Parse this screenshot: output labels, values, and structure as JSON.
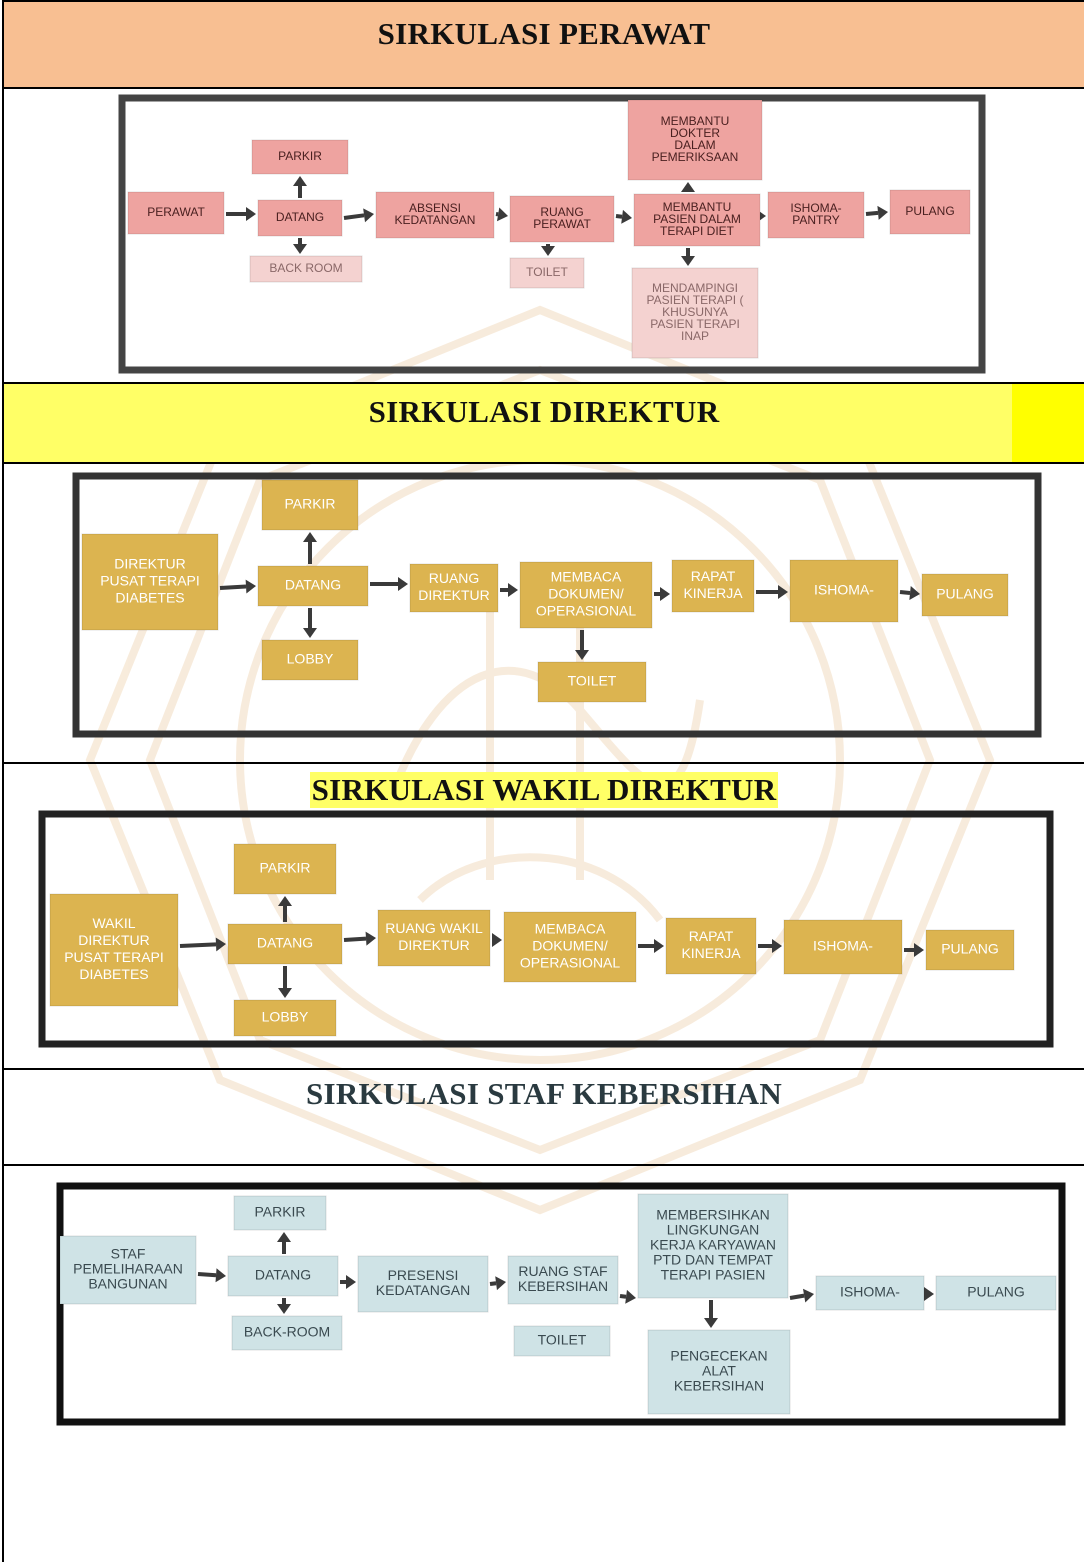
{
  "sections": [
    {
      "id": "perawat",
      "title": "SIRKULASI PERAWAT",
      "band_color": "#f8bf92",
      "diagram": {
        "box_color": "#eea3a0",
        "text_color": "#4a2020",
        "nodes": [
          {
            "key": "start",
            "lines": [
              "PERAWAT"
            ]
          },
          {
            "key": "parkir",
            "lines": [
              "PARKIR"
            ]
          },
          {
            "key": "datang",
            "lines": [
              "DATANG"
            ]
          },
          {
            "key": "backroom",
            "lines": [
              "BACK ROOM"
            ]
          },
          {
            "key": "absensi",
            "lines": [
              "ABSENSI",
              "KEDATANGAN"
            ]
          },
          {
            "key": "ruang",
            "lines": [
              "RUANG",
              "PERAWAT"
            ]
          },
          {
            "key": "toilet",
            "lines": [
              "TOILET"
            ]
          },
          {
            "key": "membantu_dokter",
            "lines": [
              "MEMBANTU",
              "DOKTER",
              "DALAM",
              "PEMERIKSAAN"
            ]
          },
          {
            "key": "membantu_pasien",
            "lines": [
              "MEMBANTU",
              "PASIEN DALAM",
              "TERAPI DIET"
            ]
          },
          {
            "key": "mendampingi",
            "lines": [
              "MENDAMPINGI",
              "PASIEN TERAPI (",
              "KHUSUNYA",
              "PASIEN TERAPI",
              "INAP"
            ]
          },
          {
            "key": "ishoma",
            "lines": [
              "ISHOMA-",
              "PANTRY"
            ]
          },
          {
            "key": "pulang",
            "lines": [
              "PULANG"
            ]
          }
        ]
      }
    },
    {
      "id": "direktur",
      "title": "SIRKULASI DIREKTUR",
      "band_color": "#ffff66",
      "diagram": {
        "box_color": "#dcb450",
        "text_color": "#ffffff",
        "nodes": [
          {
            "key": "start",
            "lines": [
              "DIREKTUR",
              "PUSAT TERAPI",
              "DIABETES"
            ]
          },
          {
            "key": "parkir",
            "lines": [
              "PARKIR"
            ]
          },
          {
            "key": "datang",
            "lines": [
              "DATANG"
            ]
          },
          {
            "key": "lobby",
            "lines": [
              "LOBBY"
            ]
          },
          {
            "key": "ruang",
            "lines": [
              "RUANG",
              "DIREKTUR"
            ]
          },
          {
            "key": "membaca",
            "lines": [
              "MEMBACA",
              "DOKUMEN/",
              "OPERASIONAL"
            ]
          },
          {
            "key": "toilet",
            "lines": [
              "TOILET"
            ]
          },
          {
            "key": "rapat",
            "lines": [
              "RAPAT",
              "KINERJA"
            ]
          },
          {
            "key": "ishoma",
            "lines": [
              "ISHOMA-"
            ]
          },
          {
            "key": "pulang",
            "lines": [
              "PULANG"
            ]
          }
        ]
      }
    },
    {
      "id": "wakil",
      "title": "SIRKULASI WAKIL DIREKTUR",
      "band_color": "#ffff66",
      "diagram": {
        "box_color": "#dcb450",
        "text_color": "#ffffff",
        "nodes": [
          {
            "key": "start",
            "lines": [
              "WAKIL",
              "DIREKTUR",
              "PUSAT TERAPI",
              "DIABETES"
            ]
          },
          {
            "key": "parkir",
            "lines": [
              "PARKIR"
            ]
          },
          {
            "key": "datang",
            "lines": [
              "DATANG"
            ]
          },
          {
            "key": "lobby",
            "lines": [
              "LOBBY"
            ]
          },
          {
            "key": "ruang",
            "lines": [
              "RUANG WAKIL",
              "DIREKTUR"
            ]
          },
          {
            "key": "membaca",
            "lines": [
              "MEMBACA",
              "DOKUMEN/",
              "OPERASIONAL"
            ]
          },
          {
            "key": "rapat",
            "lines": [
              "RAPAT",
              "KINERJA"
            ]
          },
          {
            "key": "ishoma",
            "lines": [
              "ISHOMA-"
            ]
          },
          {
            "key": "pulang",
            "lines": [
              "PULANG"
            ]
          }
        ]
      }
    },
    {
      "id": "kebersihan",
      "title": "SIRKULASI STAF KEBERSIHAN",
      "band_color": "#ffffff",
      "diagram": {
        "box_color": "#cfe3e6",
        "text_color": "#3a4a50",
        "nodes": [
          {
            "key": "start",
            "lines": [
              "STAF",
              "PEMELIHARAAN",
              "BANGUNAN"
            ]
          },
          {
            "key": "parkir",
            "lines": [
              "PARKIR"
            ]
          },
          {
            "key": "datang",
            "lines": [
              "DATANG"
            ]
          },
          {
            "key": "backroom",
            "lines": [
              "BACK-ROOM"
            ]
          },
          {
            "key": "presensi",
            "lines": [
              "PRESENSI",
              "KEDATANGAN"
            ]
          },
          {
            "key": "ruang",
            "lines": [
              "RUANG STAF",
              "KEBERSIHAN"
            ]
          },
          {
            "key": "toilet",
            "lines": [
              "TOILET"
            ]
          },
          {
            "key": "membersihkan",
            "lines": [
              "MEMBERSIHKAN",
              "LINGKUNGAN",
              "KERJA KARYAWAN",
              "PTD DAN TEMPAT",
              "TERAPI PASIEN"
            ]
          },
          {
            "key": "pengecekan",
            "lines": [
              "PENGECEKAN",
              "ALAT",
              "KEBERSIHAN"
            ]
          },
          {
            "key": "ishoma",
            "lines": [
              "ISHOMA-"
            ]
          },
          {
            "key": "pulang",
            "lines": [
              "PULANG"
            ]
          }
        ]
      }
    }
  ]
}
